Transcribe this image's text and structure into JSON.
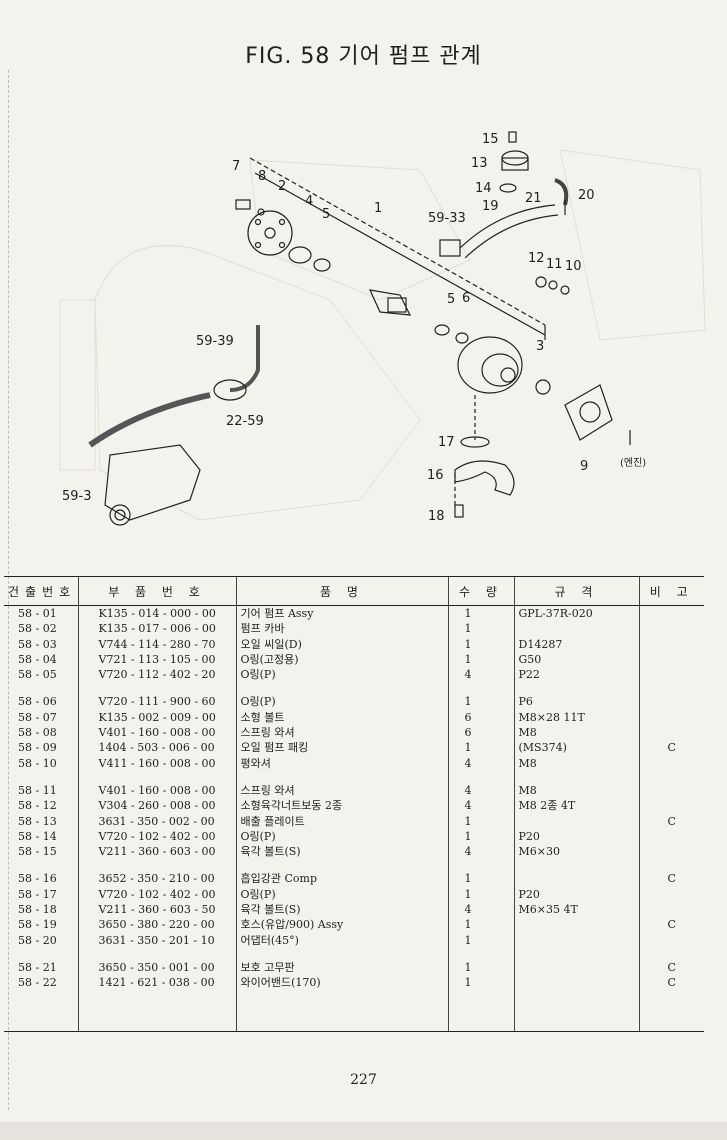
{
  "title": "FIG. 58 기어 펌프 관계",
  "page_number": "227",
  "table": {
    "headers": [
      "건출번호",
      "부 품 번 호",
      "품 명",
      "수 량",
      "규 격",
      "비 고"
    ],
    "rows": [
      [
        "58 - 01",
        "K135 - 014 - 000 - 00",
        "기어 펌프 Assy",
        "1",
        "GPL-37R-020",
        ""
      ],
      [
        "58 - 02",
        "K135 - 017 - 006 - 00",
        "펌프 카바",
        "1",
        "",
        ""
      ],
      [
        "58 - 03",
        "V744 - 114 - 280 - 70",
        "오일 씨일(D)",
        "1",
        "D14287",
        ""
      ],
      [
        "58 - 04",
        "V721 - 113 - 105 - 00",
        "O링(고정용)",
        "1",
        "G50",
        ""
      ],
      [
        "58 - 05",
        "V720 - 112 - 402 - 20",
        "O링(P)",
        "4",
        "P22",
        ""
      ],
      null,
      [
        "58 - 06",
        "V720 - 111 - 900 - 60",
        "O링(P)",
        "1",
        "P6",
        ""
      ],
      [
        "58 - 07",
        "K135 - 002 - 009 - 00",
        "소형 볼트",
        "6",
        "M8×28 11T",
        ""
      ],
      [
        "58 - 08",
        "V401 - 160 - 008 - 00",
        "스프링 와셔",
        "6",
        "M8",
        ""
      ],
      [
        "58 - 09",
        "1404 - 503 - 006 - 00",
        "오일 펌프 패킹",
        "1",
        "(MS374)",
        "C"
      ],
      [
        "58 - 10",
        "V411 - 160 - 008 - 00",
        "평와셔",
        "4",
        "M8",
        ""
      ],
      null,
      [
        "58 - 11",
        "V401 - 160 - 008 - 00",
        "스프링 와셔",
        "4",
        "M8",
        ""
      ],
      [
        "58 - 12",
        "V304 - 260 - 008 - 00",
        "소형육각너트보동 2종",
        "4",
        "M8 2종 4T",
        ""
      ],
      [
        "58 - 13",
        "3631 - 350 - 002 - 00",
        "배출 플레이트",
        "1",
        "",
        "C"
      ],
      [
        "58 - 14",
        "V720 - 102 - 402 - 00",
        "O링(P)",
        "1",
        "P20",
        ""
      ],
      [
        "58 - 15",
        "V211 - 360 - 603 - 00",
        "육각 볼트(S)",
        "4",
        "M6×30",
        ""
      ],
      null,
      [
        "58 - 16",
        "3652 - 350 - 210 - 00",
        "흡입강관 Comp",
        "1",
        "",
        "C"
      ],
      [
        "58 - 17",
        "V720 - 102 - 402 - 00",
        "O링(P)",
        "1",
        "P20",
        ""
      ],
      [
        "58 - 18",
        "V211 - 360 - 603 - 50",
        "육각 볼트(S)",
        "4",
        "M6×35 4T",
        ""
      ],
      [
        "58 - 19",
        "3650 - 380 - 220 - 00",
        "호스(유압/900) Assy",
        "1",
        "",
        "C"
      ],
      [
        "58 - 20",
        "3631 - 350 - 201 - 10",
        "어댑터(45°)",
        "1",
        "",
        ""
      ],
      null,
      [
        "58 - 21",
        "3650 - 350 - 001 - 00",
        "보호 고무판",
        "1",
        "",
        "C"
      ],
      [
        "58 - 22",
        "1421 - 621 - 038 - 00",
        "와이어밴드(170)",
        "1",
        "",
        "C"
      ]
    ]
  },
  "diagram": {
    "callouts": [
      "7",
      "8",
      "2",
      "4",
      "5",
      "1",
      "59-33",
      "19",
      "15",
      "13",
      "14",
      "21",
      "20",
      "12",
      "11",
      "10",
      "5",
      "6",
      "3",
      "59-39",
      "22-59",
      "59-3",
      "17",
      "16",
      "18",
      "9",
      "(엔진)"
    ]
  }
}
